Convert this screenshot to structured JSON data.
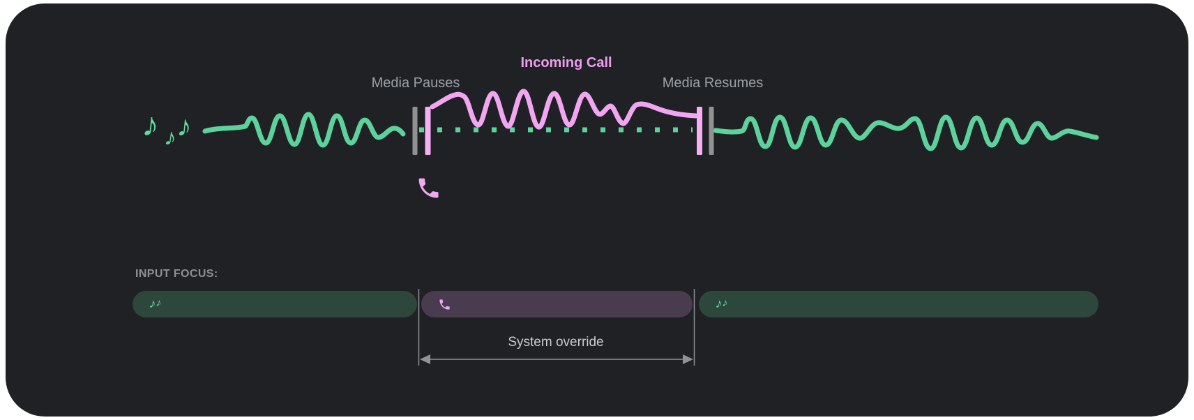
{
  "diagram": {
    "title_context": "media audio focus during incoming call",
    "timeline": {
      "labels": {
        "media_pauses": "Media Pauses",
        "incoming_call": "Incoming Call",
        "media_resumes": "Media Resumes"
      },
      "segments": [
        {
          "name": "media-playing",
          "audio": "music",
          "waveform_color": "#5cd39c"
        },
        {
          "name": "incoming-call-ringtone",
          "audio": "ringtone",
          "waveform_color": "#f2a6f2",
          "paused_media_style": "dotted-green-line"
        },
        {
          "name": "media-resumed",
          "audio": "music",
          "waveform_color": "#5cd39c"
        }
      ],
      "pause_markers": {
        "left": [
          "gray-bar",
          "pink-bar"
        ],
        "right": [
          "pink-bar",
          "gray-bar"
        ]
      }
    },
    "input_focus": {
      "label": "INPUT FOCUS:",
      "bars": [
        {
          "name": "media-focus",
          "icon": "music-notes-icon",
          "color": "#2d473c"
        },
        {
          "name": "call-focus",
          "icon": "phone-icon",
          "color": "#4a3c4f"
        },
        {
          "name": "media-focus",
          "icon": "music-notes-icon",
          "color": "#2d473c"
        }
      ],
      "annotation": "System override"
    },
    "glyphs": {
      "note": "♪"
    }
  },
  "colors": {
    "bg-card": "#202124",
    "wave-green": "#5cd39c",
    "wave-pink": "#f2a6f2",
    "bar-gray": "#919191",
    "bar-pink": "#f5b0f5",
    "label-gray": "#9aa0a6",
    "call-pink": "#ef9df1",
    "pill-green": "#2d473c",
    "pill-purple": "#4a3c4f",
    "note-green": "#63d9a3",
    "phone-pink": "#f0a8f2",
    "annot-gray": "#c9cbce",
    "line-gray": "#8f9296"
  }
}
